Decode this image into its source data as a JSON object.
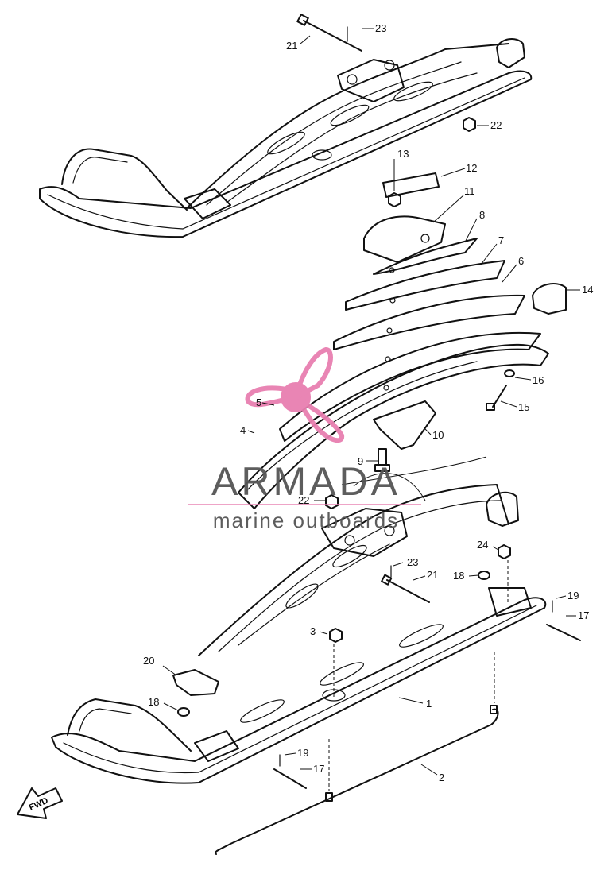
{
  "watermark": {
    "brand": "ARMADA",
    "tagline": "marine outboards",
    "accent_color": "#e87fb0",
    "text_color": "#555555"
  },
  "fwd_label": "FWD",
  "callouts": [
    "23",
    "21",
    "22",
    "13",
    "12",
    "11",
    "8",
    "7",
    "6",
    "14",
    "16",
    "15",
    "5",
    "4",
    "10",
    "9",
    "22",
    "24",
    "23",
    "21",
    "18",
    "19",
    "17",
    "3",
    "20",
    "1",
    "18",
    "19",
    "17",
    "2"
  ]
}
